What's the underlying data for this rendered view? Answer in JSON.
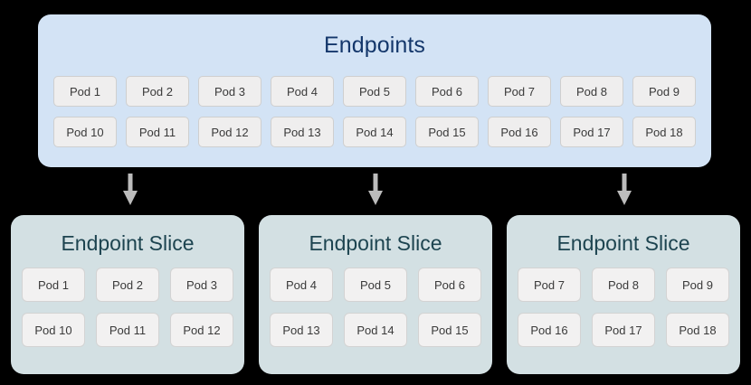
{
  "diagram": {
    "type": "kubernetes-endpointslice-diagram",
    "background_color": "#000000",
    "endpoints": {
      "title": "Endpoints",
      "panel_color": "#d3e3f5",
      "title_color": "#14376b",
      "rows": [
        [
          "Pod 1",
          "Pod 2",
          "Pod 3",
          "Pod 4",
          "Pod 5",
          "Pod 6",
          "Pod 7",
          "Pod 8",
          "Pod 9"
        ],
        [
          "Pod 10",
          "Pod 11",
          "Pod 12",
          "Pod 13",
          "Pod 14",
          "Pod 15",
          "Pod 16",
          "Pod 17",
          "Pod 18"
        ]
      ]
    },
    "arrows": [
      {
        "name": "arrow-to-slice-1",
        "direction": "down",
        "color": "#bcbcbc"
      },
      {
        "name": "arrow-to-slice-2",
        "direction": "down",
        "color": "#bcbcbc"
      },
      {
        "name": "arrow-to-slice-3",
        "direction": "down",
        "color": "#bcbcbc"
      }
    ],
    "slices": [
      {
        "title": "Endpoint Slice",
        "panel_color": "#d3e0e3",
        "title_color": "#1d4450",
        "rows": [
          [
            "Pod 1",
            "Pod 2",
            "Pod 3"
          ],
          [
            "Pod 10",
            "Pod 11",
            "Pod 12"
          ]
        ]
      },
      {
        "title": "Endpoint Slice",
        "panel_color": "#d3e0e3",
        "title_color": "#1d4450",
        "rows": [
          [
            "Pod 4",
            "Pod 5",
            "Pod 6"
          ],
          [
            "Pod 13",
            "Pod 14",
            "Pod 15"
          ]
        ]
      },
      {
        "title": "Endpoint Slice",
        "panel_color": "#d3e0e3",
        "title_color": "#1d4450",
        "rows": [
          [
            "Pod 7",
            "Pod 8",
            "Pod 9"
          ],
          [
            "Pod 16",
            "Pod 17",
            "Pod 18"
          ]
        ]
      }
    ],
    "chip_style": {
      "background": "#efeeee",
      "border_color": "#cfcfcf",
      "text_color": "#3a3a3a"
    }
  }
}
